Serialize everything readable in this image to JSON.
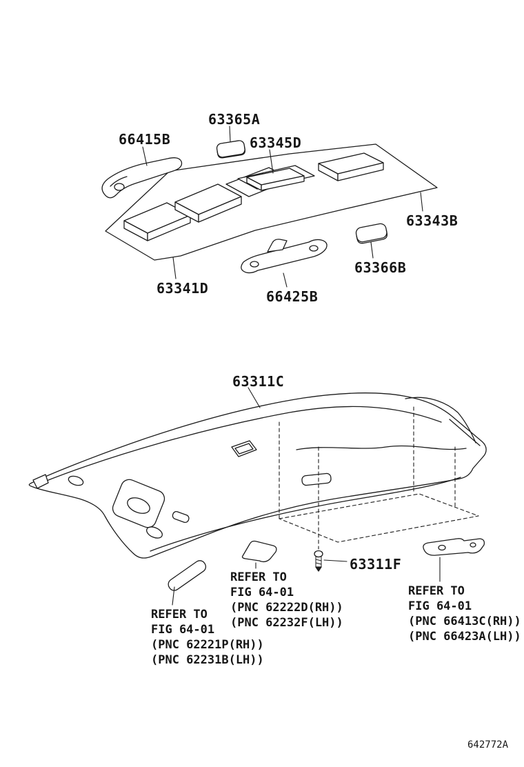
{
  "diagram": {
    "code": "642772A"
  },
  "parts": [
    {
      "id": "66415B"
    },
    {
      "id": "63365A"
    },
    {
      "id": "63345D"
    },
    {
      "id": "63343B"
    },
    {
      "id": "63341D"
    },
    {
      "id": "66425B"
    },
    {
      "id": "63366B"
    },
    {
      "id": "63311C"
    },
    {
      "id": "63311F"
    }
  ],
  "notes": [
    {
      "position": "left",
      "lines": [
        "REFER TO",
        "FIG 64-01",
        "(PNC 62221P(RH))",
        "(PNC 62231B(LH))"
      ]
    },
    {
      "position": "center",
      "lines": [
        "REFER TO",
        "FIG 64-01",
        "(PNC 62222D(RH))",
        "(PNC 62232F(LH))"
      ]
    },
    {
      "position": "right",
      "lines": [
        "REFER TO",
        "FIG 64-01",
        "(PNC 66413C(RH))",
        "(PNC 66423A(LH))"
      ]
    }
  ]
}
